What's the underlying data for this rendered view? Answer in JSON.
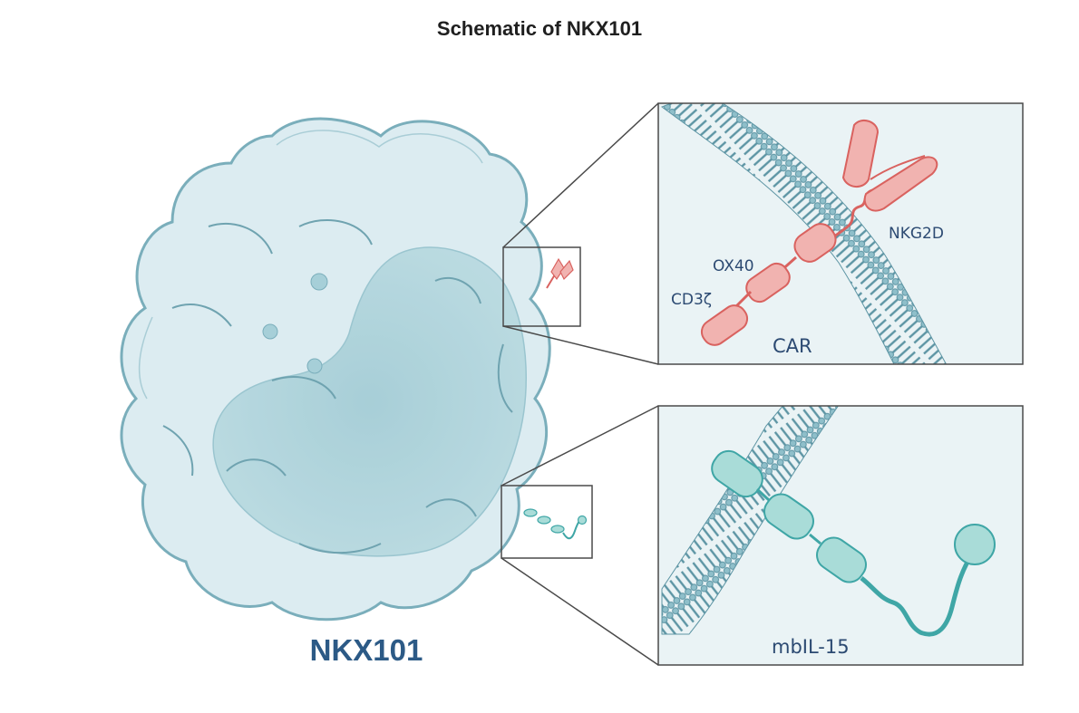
{
  "title": "Schematic of NKX101",
  "cell_label": "NKX101",
  "car_panel": {
    "car_label": "CAR",
    "nkg2d_label": "NKG2D",
    "ox40_label": "OX40",
    "cd3z_label": "CD3ζ"
  },
  "il15_panel": {
    "mbil15_label": "mbIL-15"
  },
  "colors": {
    "cell_fill": "#dcecf1",
    "cell_stroke": "#7aaebb",
    "nucleus": "#a6cfd8",
    "membrane": "#5d95a4",
    "car_red": "#d9625f",
    "car_fill": "#f1b3b0",
    "il15_teal": "#3fa6a6",
    "il15_fill": "#a9dcd8",
    "panel_border": "#4a4a4a",
    "label_blue": "#2c4a72"
  }
}
